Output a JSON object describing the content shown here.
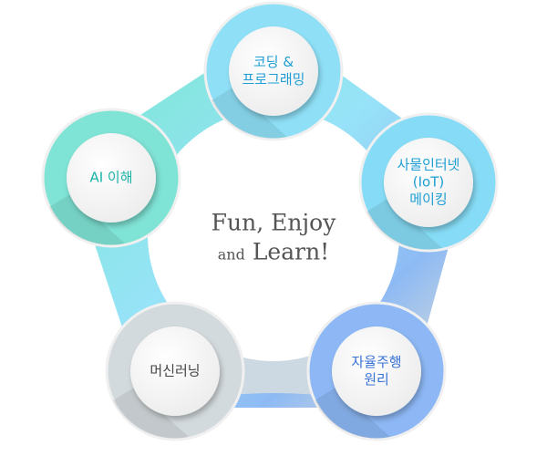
{
  "motto": {
    "line1": "Fun, Enjoy",
    "line2_small": "and",
    "line2_big": "Learn!"
  },
  "nodes": [
    {
      "id": "coding",
      "lines": [
        "코딩 &",
        "프로그래밍"
      ],
      "color": "#1e9ed4",
      "ring": "#8fe0f7"
    },
    {
      "id": "iot",
      "lines": [
        "사물인터넷",
        "(IoT)",
        "메이킹"
      ],
      "color": "#1e9ed4",
      "ring": "#86dcf6"
    },
    {
      "id": "autonomous",
      "lines": [
        "자율주행",
        "원리"
      ],
      "color": "#3a72d6",
      "ring": "#8db8f5"
    },
    {
      "id": "ml",
      "lines": [
        "머신러닝"
      ],
      "color": "#444444",
      "ring": "#d3dadd"
    },
    {
      "id": "ai",
      "lines": [
        "AI 이해"
      ],
      "color": "#19b3a6",
      "ring": "#7fe3d5"
    }
  ]
}
